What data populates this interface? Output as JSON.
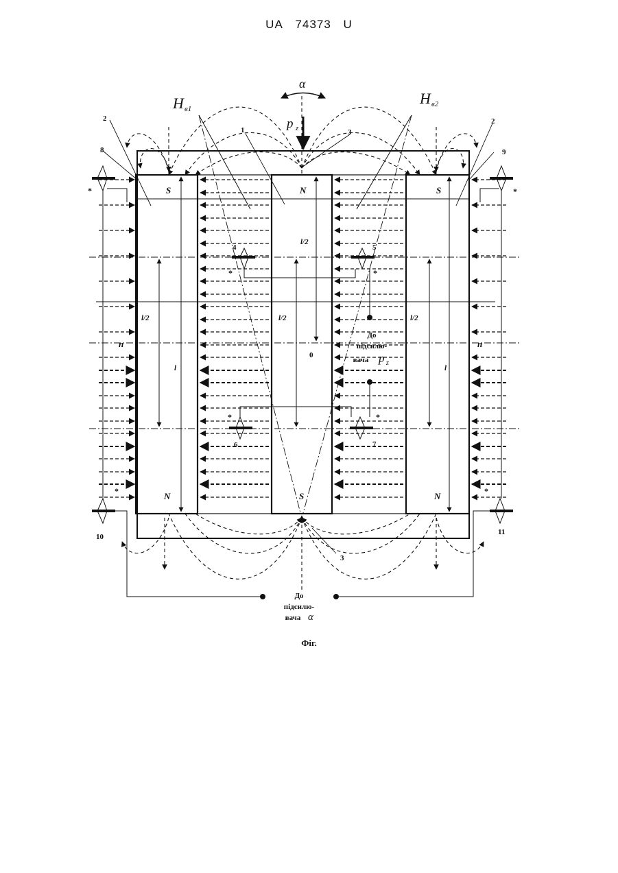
{
  "header": {
    "country": "UA",
    "number": "74373",
    "kind": "U"
  },
  "figure": {
    "caption": "Фіг.",
    "symbols": {
      "alpha": "α",
      "p_sym": "p",
      "p_sub": "z",
      "h_sym": "H",
      "h1_sub": "в1",
      "h2_sub": "в2"
    },
    "poles": {
      "s": "S",
      "n": "N"
    },
    "numbers": {
      "n1": "1",
      "n2": "2",
      "n3": "3",
      "n4": "4",
      "n5": "5",
      "n6": "6",
      "n7": "7",
      "n8": "8",
      "n9": "9",
      "n10": "10",
      "n11": "11",
      "zero": "0"
    },
    "dims": {
      "half_l": "l/2",
      "l": "l",
      "n_axis": "n",
      "star": "*"
    },
    "amp_pz": {
      "line1": "До",
      "line2": "підсилю-",
      "line3": "вача"
    },
    "amp_alpha": {
      "line1": "До",
      "line2": "підсилю-",
      "line3": "вача"
    }
  }
}
